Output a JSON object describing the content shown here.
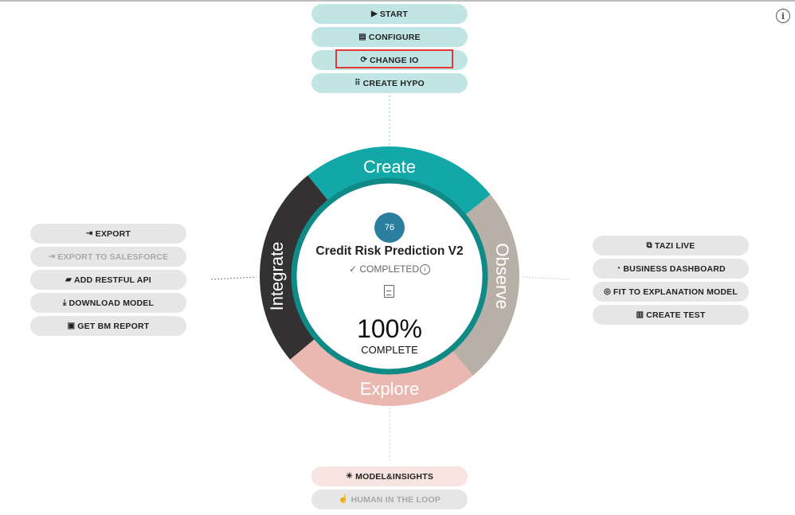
{
  "create_actions": [
    {
      "label": "START",
      "icon": "▶",
      "icon_name": "play-icon"
    },
    {
      "label": "CONFIGURE",
      "icon": "▤",
      "icon_name": "document-icon"
    },
    {
      "label": "CHANGE IO",
      "icon": "⟳",
      "icon_name": "refresh-icon",
      "highlighted": true
    },
    {
      "label": "CREATE HYPO",
      "icon": "⠿",
      "icon_name": "grid-icon"
    }
  ],
  "integrate_actions": [
    {
      "label": "EXPORT",
      "icon": "⇥",
      "icon_name": "export-icon"
    },
    {
      "label": "EXPORT TO SALESFORCE",
      "icon": "⇥",
      "icon_name": "export-icon",
      "disabled": true
    },
    {
      "label": "ADD RESTFUL API",
      "icon": "▰",
      "icon_name": "chat-icon"
    },
    {
      "label": "DOWNLOAD MODEL",
      "icon": "⤓",
      "icon_name": "download-icon"
    },
    {
      "label": "GET BM REPORT",
      "icon": "▣",
      "icon_name": "pdf-icon"
    }
  ],
  "observe_actions": [
    {
      "label": "TAZI LIVE",
      "icon": "⧉",
      "icon_name": "live-icon"
    },
    {
      "label": "BUSINESS DASHBOARD",
      "icon": "◔",
      "icon_name": "gauge-icon"
    },
    {
      "label": "FIT TO EXPLANATION MODEL",
      "icon": "◎",
      "icon_name": "fingerprint-icon"
    },
    {
      "label": "CREATE TEST",
      "icon": "▥",
      "icon_name": "chart-icon"
    }
  ],
  "explore_actions": [
    {
      "label": "MODEL&INSIGHTS",
      "icon": "☀",
      "icon_name": "insights-icon"
    },
    {
      "label": "HUMAN IN THE LOOP",
      "icon": "☝",
      "icon_name": "hand-icon",
      "disabled": true
    }
  ],
  "ring": {
    "segments": [
      {
        "label": "Create",
        "color": "#12a8a8"
      },
      {
        "label": "Observe",
        "color": "#b8afa6"
      },
      {
        "label": "Explore",
        "color": "#ebb8b1"
      },
      {
        "label": "Integrate",
        "color": "#333132"
      }
    ],
    "border_color": "#0f8a86"
  },
  "model": {
    "badge": "76",
    "name": "Credit Risk Prediction V2",
    "status": "COMPLETED",
    "percent": "100%",
    "percent_label": "COMPLETE"
  },
  "info_icon": "i"
}
